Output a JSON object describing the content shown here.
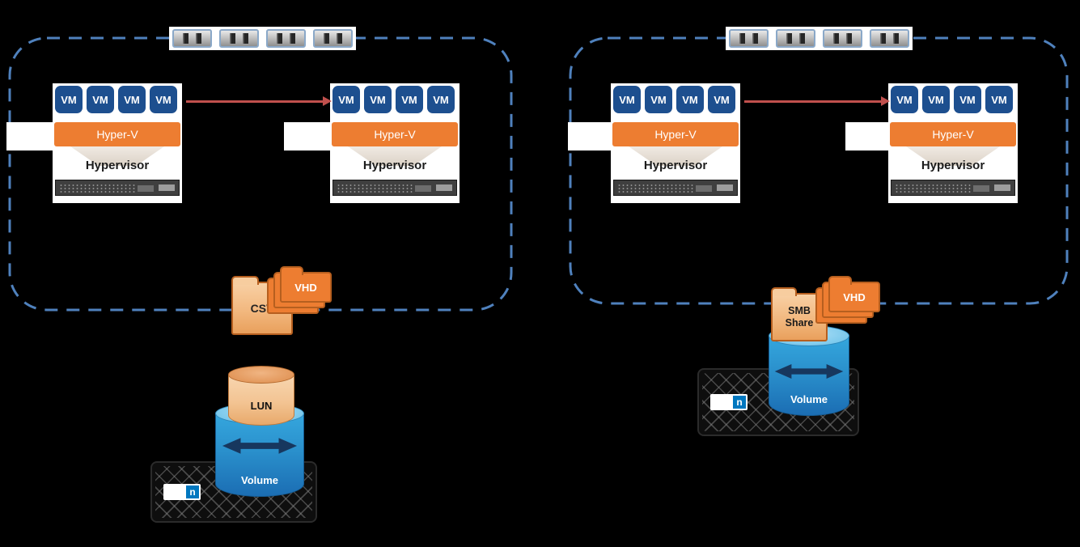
{
  "labels": {
    "vm": "VM",
    "hyperv": "Hyper-V",
    "hypervisor": "Hypervisor"
  },
  "storage_left": {
    "csv": "CSV",
    "vhd": "VHD",
    "lun": "LUN",
    "volume": "Volume"
  },
  "storage_right": {
    "smb": "SMB Share",
    "vhd": "VHD",
    "volume": "Volume"
  },
  "netapp_logo": "n",
  "colors": {
    "background": "#000000",
    "cluster_border": "#4f81bd",
    "vm_blue": "#1d4f8f",
    "hyperv_orange": "#ed7d31",
    "migration_arrow_red": "#c0504d",
    "volume_arrow_navy": "#17375e",
    "folder_orange": "#ed7d31",
    "netapp_blue": "#0077bf"
  }
}
